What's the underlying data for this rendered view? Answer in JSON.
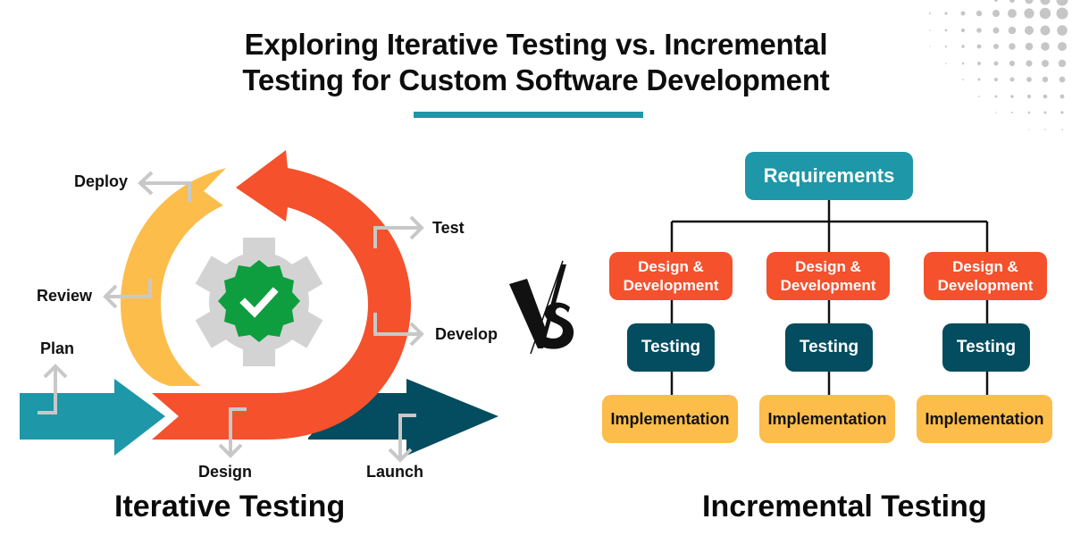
{
  "header": {
    "title_line1": "Exploring Iterative Testing vs. Incremental",
    "title_line2": "Testing for Custom Software Development",
    "underline_color": "#1e97a8"
  },
  "colors": {
    "teal": "#1e97a8",
    "orange_red": "#f4512c",
    "yellow": "#fcbd4b",
    "dark_teal": "#044c5f",
    "gear_gray": "#d3d3d3",
    "badge_green": "#0e9e3f",
    "connector_gray": "#c8c8c8",
    "dots_gray": "#c6c6c6"
  },
  "iterative": {
    "section_title": "Iterative Testing",
    "stages": [
      {
        "label": "Deploy"
      },
      {
        "label": "Test"
      },
      {
        "label": "Review"
      },
      {
        "label": "Develop"
      },
      {
        "label": "Plan"
      },
      {
        "label": "Design"
      },
      {
        "label": "Launch"
      }
    ],
    "center_icon": "gear-check-icon"
  },
  "versus": {
    "label": "VS"
  },
  "incremental": {
    "section_title": "Incremental Testing",
    "root": {
      "label": "Requirements"
    },
    "branches": [
      {
        "design": "Design & Development",
        "testing": "Testing",
        "implementation": "Implementation"
      },
      {
        "design": "Design & Development",
        "testing": "Testing",
        "implementation": "Implementation"
      },
      {
        "design": "Design & Development",
        "testing": "Testing",
        "implementation": "Implementation"
      }
    ]
  }
}
